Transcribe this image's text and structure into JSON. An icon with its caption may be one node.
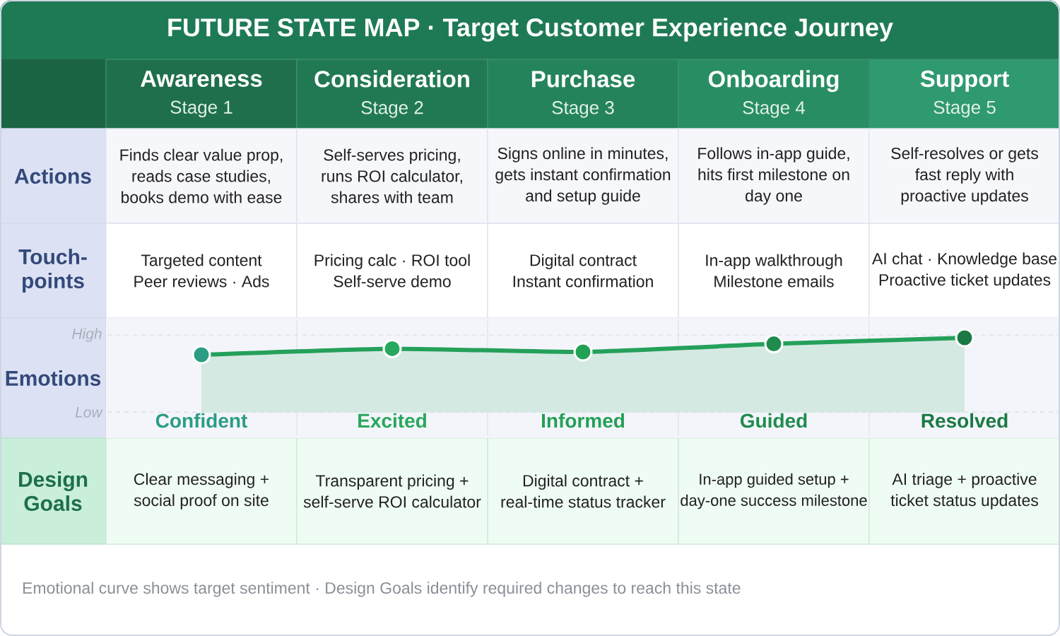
{
  "diagram": {
    "title": "FUTURE STATE MAP · Target Customer Experience Journey",
    "caption": "Emotional curve shows target sentiment · Design Goals identify required changes to reach this state",
    "nodes": [
      {
        "text": [
          "Awareness",
          "Stage 1"
        ]
      },
      {
        "text": [
          "Consideration",
          "Stage 2"
        ]
      },
      {
        "text": [
          "Purchase",
          "Stage 3"
        ]
      },
      {
        "text": [
          "Onboarding",
          "Stage 4"
        ]
      },
      {
        "text": [
          "Support",
          "Stage 5"
        ]
      },
      {
        "text": [
          "Actions"
        ]
      },
      {
        "text": [
          "Finds clear value prop, reads case studies, books demo with ease"
        ]
      },
      {
        "text": [
          "Self-serves pricing, runs ROI calculator, shares with team"
        ]
      },
      {
        "text": [
          "Signs online in minutes, gets instant confirmation and setup guide"
        ]
      },
      {
        "text": [
          "Follows in-app guide, hits first milestone on day one"
        ]
      },
      {
        "text": [
          "Self-resolves or gets fast reply with proactive updates"
        ]
      },
      {
        "text": [
          "Touch-points"
        ]
      },
      {
        "text": [
          "Targeted content Peer reviews · Ads"
        ]
      },
      {
        "text": [
          "Pricing calc · ROI tool Self-serve demo"
        ]
      },
      {
        "text": [
          "Digital contract Instant confirmation"
        ]
      },
      {
        "text": [
          "In-app walkthrough Milestone emails"
        ]
      },
      {
        "text": [
          "AI chat · Knowledge base Proactive ticket updates"
        ]
      },
      {
        "text": [
          "Emotions"
        ]
      },
      {
        "text": [
          "Design Goals"
        ]
      },
      {
        "text": [
          "Clear messaging + social proof on site"
        ]
      },
      {
        "text": [
          "Transparent pricing + self-serve ROI calculator"
        ]
      },
      {
        "text": [
          "Digital contract + real-time status tracker"
        ]
      },
      {
        "text": [
          "In-app guided setup + day-one success milestone"
        ]
      },
      {
        "text": [
          "AI triage + proactive ticket status updates"
        ]
      }
    ],
    "labels": [
      "High",
      "Low",
      "Confident",
      "Excited",
      "Informed",
      "Guided",
      "Resolved"
    ]
  }
}
